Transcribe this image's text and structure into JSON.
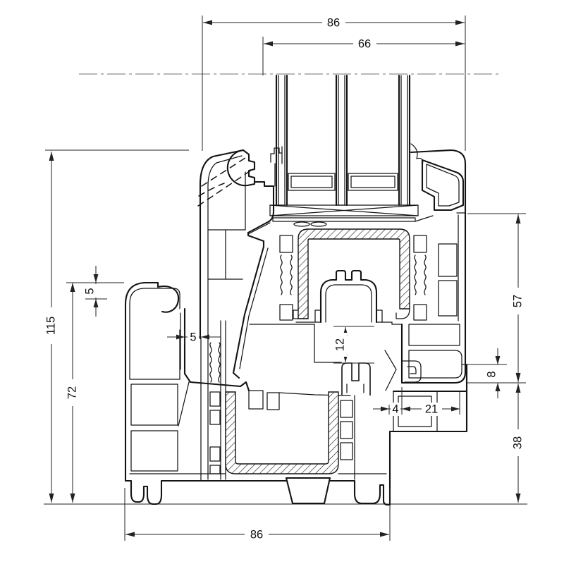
{
  "dims": {
    "top_width": "86",
    "glazing_width": "66",
    "total_height": "115",
    "frame_height": "72",
    "rebate_step": "5",
    "frame_gap": "5",
    "sash_clearance": "12",
    "gasket_gap": "4",
    "lip_width": "21",
    "sash_height": "57",
    "overlap": "8",
    "base_height": "38",
    "bottom_width": "86"
  }
}
